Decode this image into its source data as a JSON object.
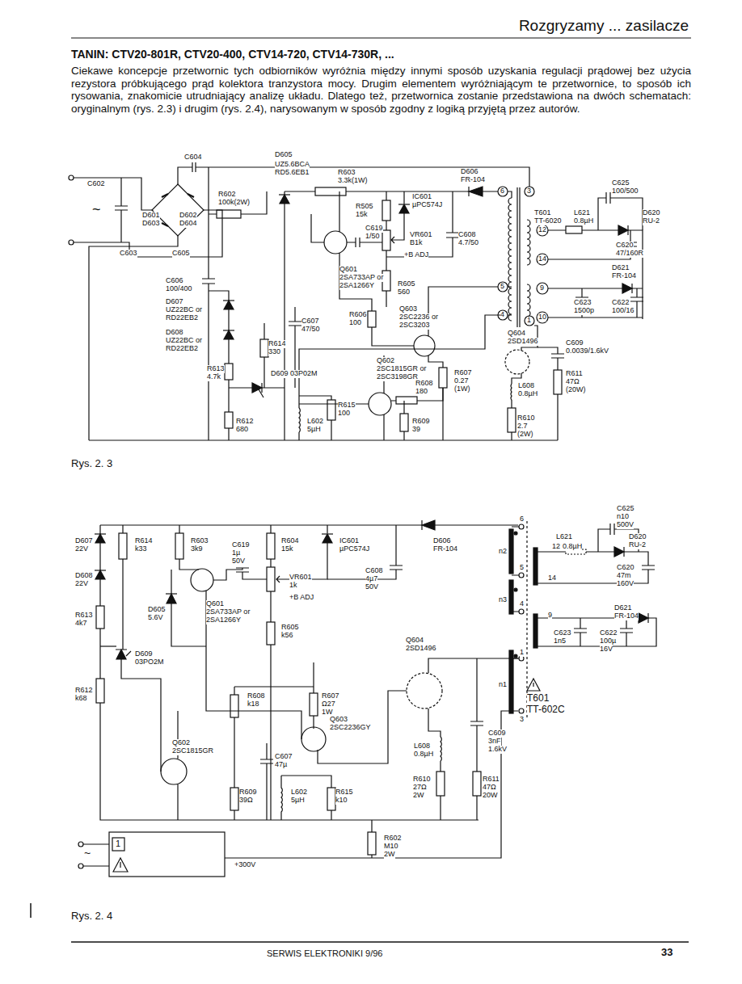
{
  "diagram": {
    "title": "TANIN: CTV20-801R, CTV20-400, CTV14-720, CTV14-730R, ...",
    "labels": [
      "Rozgryzamy ... zasilacze",
      "Ciekawe koncepcje przetwornic tych odbiorników wyróżnia między innymi sposób uzyskania regulacji prądowej bez użycia rezystora próbkującego prąd kolektora tranzystora mocy. Drugim elementem wyróżniającym te przetwornice, to sposób ich rysowania, znakomicie utrudniający analizę układu. Dlatego też, przetwornica zostanie przedstawiona na dwóch schematach: oryginalnym (rys. 2.3) i drugim (rys. 2.4), narysowanym w sposób zgodny z logiką przyjętą przez autorów.",
      "~",
      "Rys. 2. 3",
      "Rys. 2. 4",
      "SERWIS ELEKTRONIKI 9/96",
      "33",
      "D605",
      "UZ5.6BCA",
      "RD5.6EB1",
      "R603",
      "3.3k(1W)",
      "D606",
      "FR-104",
      "C604",
      "C602",
      "D601",
      "D602",
      "D603",
      "D604",
      "R602",
      "100k(2W)",
      "C603",
      "C605",
      "R505",
      "15k",
      "IC601",
      "µPC574J",
      "C619",
      "1/50",
      "VR601",
      "B1k",
      "+B ADJ",
      "C608",
      "4.7/50",
      "Q601",
      "2SA733AP or",
      "2SA1266Y",
      "R605",
      "560",
      "C606",
      "100/400",
      "D607",
      "UZ22BC or",
      "RD22EB2",
      "D608",
      "UZ22BC or",
      "RD22EB2",
      "R606",
      "100",
      "Q603",
      "2SC2236 or",
      "2SC3203",
      "C607",
      "47/50",
      "R614",
      "330",
      "R613",
      "4.7k",
      "D609 03P02M",
      "Q602",
      "2SC1815GR or",
      "2SC3198GR",
      "R607",
      "0.27",
      "(1W)",
      "R608",
      "180",
      "Q604",
      "2SD1496",
      "C609",
      "0.0039/1.6kV",
      "R611",
      "47Ω",
      "(20W)",
      "L608",
      "0.8µH",
      "L602",
      "5µH",
      "R615",
      "100",
      "R612",
      "680",
      "R609",
      "39",
      "R610",
      "2.7",
      "(2W)",
      "T601",
      "TT-6020",
      "L621",
      "0.8µH",
      "C625",
      "100/500",
      "D620",
      "RU-2",
      "C620",
      "47/160R",
      "D621",
      "FR-104",
      "C623",
      "1500p",
      "C622",
      "100/16",
      "6",
      "3",
      "12",
      "14",
      "5",
      "9",
      "10",
      "4",
      "1",
      "C625",
      "n10",
      "500V",
      "6",
      "D606",
      "FR-104",
      "n2",
      "L621",
      "12",
      "0.8µH",
      "D620",
      "RU-2",
      "C620",
      "47m",
      "160V",
      "5",
      "14",
      "n3",
      "4",
      "9",
      "D621",
      "FR-104",
      "C623",
      "1n5",
      "C622",
      "100µ",
      "16V",
      "1",
      "n1",
      "T601",
      "TT-602C",
      "3",
      "Q604",
      "2SD1496",
      "C609",
      "3nF",
      "1.6kV",
      "L608",
      "0.8µH",
      "R610",
      "27Ω",
      "2W",
      "R611",
      "47Ω",
      "20W",
      "D607",
      "22V",
      "R614",
      "k33",
      "R603",
      "3k9",
      "C619",
      "1µ",
      "50V",
      "R604",
      "15k",
      "IC601",
      "µPC574J",
      "C608",
      "4µ7",
      "50V",
      "VR601",
      "1k",
      "+B ADJ",
      "D608",
      "22V",
      "Q601",
      "2SA733AP or",
      "2SA1266Y",
      "D605",
      "5.6V",
      "R613",
      "4k7",
      "R605",
      "k56",
      "D609",
      "03PO2M",
      "R612",
      "k68",
      "R608",
      "k18",
      "R607",
      "Ω27",
      "1W",
      "Q603",
      "2SC2236GY",
      "Q602",
      "2SC1815GR",
      "C607",
      "47µ",
      "R609",
      "39Ω",
      "L602",
      "5µH",
      "R615",
      "k10",
      "R602",
      "M10",
      "2W",
      "1",
      "+300V",
      "~"
    ]
  }
}
